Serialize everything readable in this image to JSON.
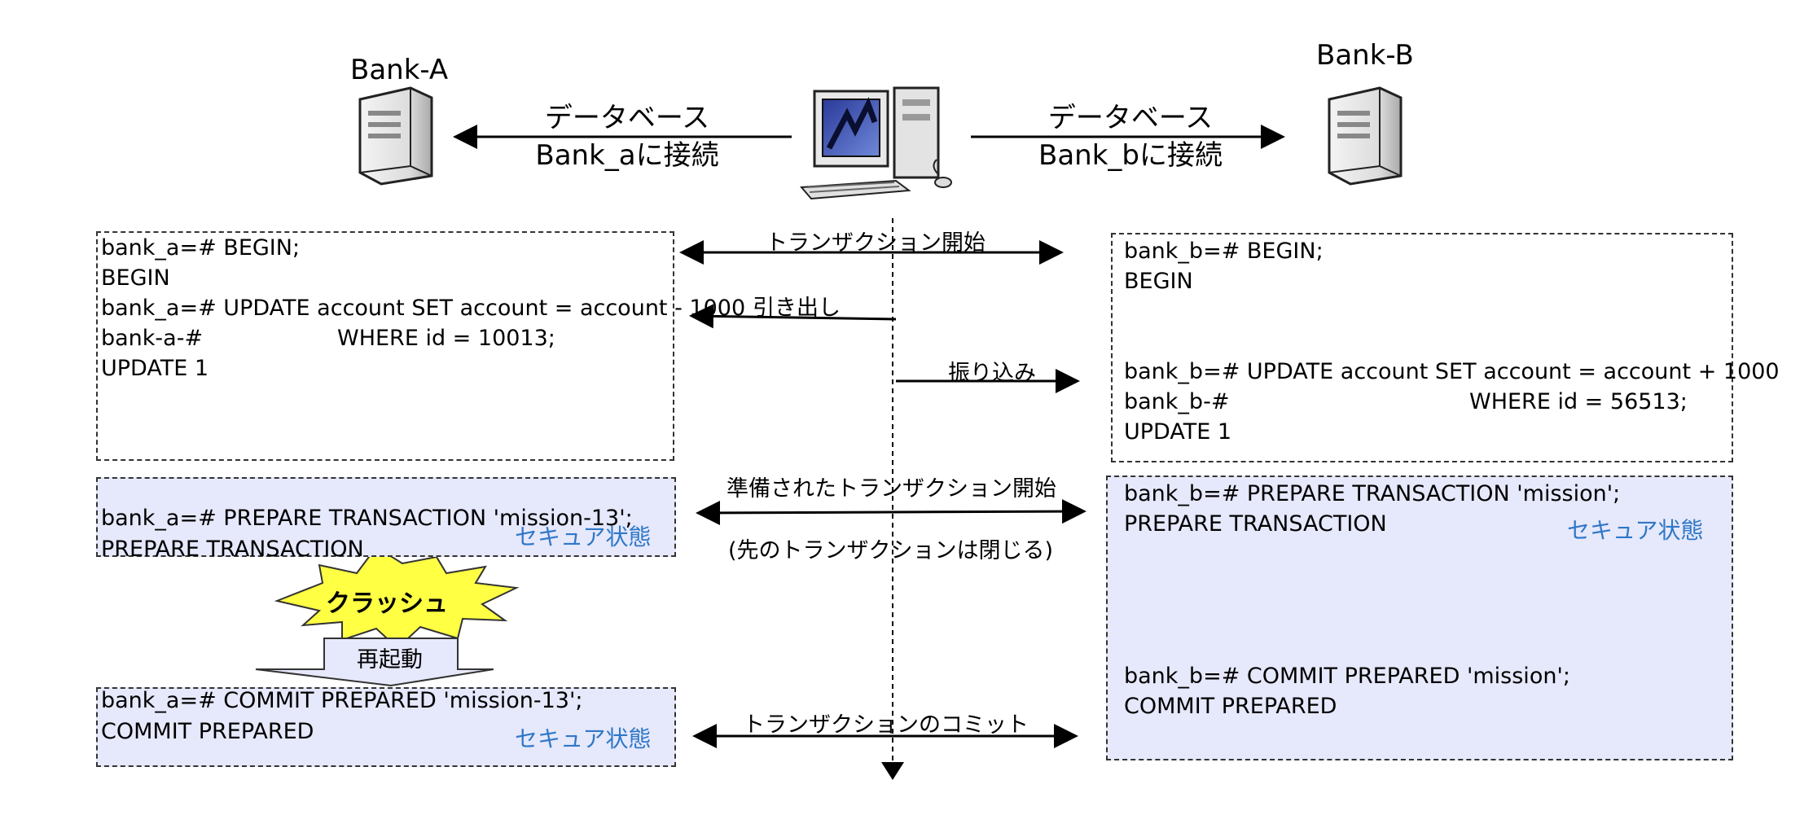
{
  "servers": {
    "a": {
      "label": "Bank-A"
    },
    "b": {
      "label": "Bank-B"
    }
  },
  "connect": {
    "a": {
      "line1": "データベース",
      "line2": "Bank_aに接続"
    },
    "b": {
      "line1": "データベース",
      "line2": "Bank_bに接続"
    }
  },
  "icons": {
    "client": "desktop-computer-icon",
    "server_a": "server-tower-icon",
    "server_b": "server-tower-icon"
  },
  "bank_a": {
    "block1": [
      "bank_a=# BEGIN;",
      "BEGIN",
      "bank_a=# UPDATE account SET account = account - 1000",
      "bank-a-#",
      "WHERE id = 10013;",
      "UPDATE 1"
    ],
    "block2": [
      "bank_a=# PREPARE TRANSACTION 'mission-13';",
      "PREPARE TRANSACTION"
    ],
    "block3": [
      "bank_a=# COMMIT PREPARED  'mission-13';",
      "COMMIT PREPARED"
    ]
  },
  "bank_b": {
    "block1": [
      "bank_b=# BEGIN;",
      "BEGIN",
      "bank_b=# UPDATE account SET account = account + 1000",
      "bank_b-#",
      "WHERE id = 56513;",
      " UPDATE 1"
    ],
    "block2": [
      "bank_b=# PREPARE TRANSACTION 'mission';",
      "PREPARE TRANSACTION",
      "bank_b=# COMMIT PREPARED  'mission';",
      "COMMIT PREPARED"
    ]
  },
  "secure_label": "セキュア状態",
  "steps": {
    "begin": "トランザクション開始",
    "withdraw": "引き出し",
    "deposit": "振り込み",
    "prepared": "準備されたトランザクション開始",
    "prepared_note": "(先のトランザクションは閉じる)",
    "commit": "トランザクションのコミット"
  },
  "crash": {
    "label": "クラッシュ",
    "restart": "再起動"
  },
  "colors": {
    "secure_bg": "#e6e8fb",
    "secure_text": "#2f78c8",
    "crash_fill": "#ffff44"
  }
}
